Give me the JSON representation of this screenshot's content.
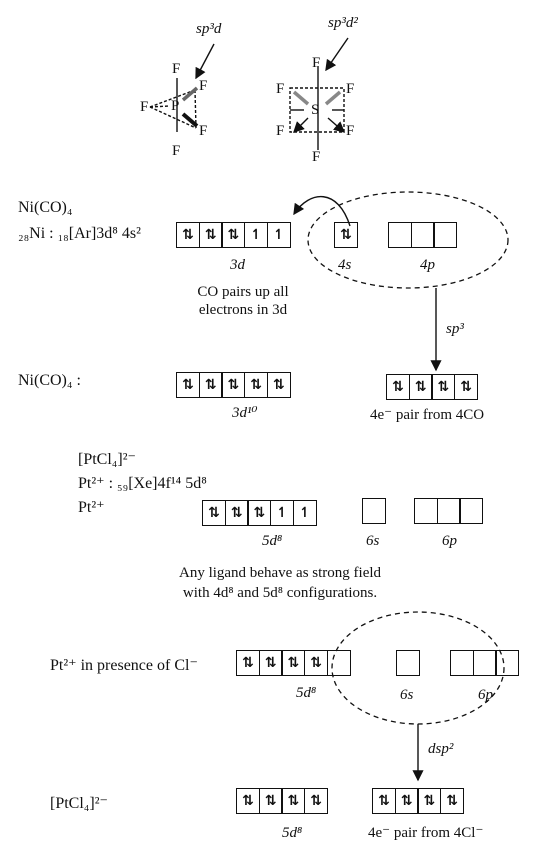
{
  "glyphs": {
    "pair": "⇅",
    "single": "↿"
  },
  "molecules": {
    "pf5": {
      "hybrid": "sp³d",
      "center": "P",
      "ligand": "F"
    },
    "sf6": {
      "hybrid": "sp³d²",
      "center": "S",
      "ligand": "F"
    }
  },
  "nico_ground": {
    "title": "Ni(CO)₄",
    "config": "₂₈Ni : ₁₈[Ar]3d⁸ 4s²",
    "d_orbitals": [
      "pair",
      "pair",
      "pair",
      "single",
      "single"
    ],
    "s_orbitals": [
      "pair"
    ],
    "p_orbitals": [
      "empty",
      "empty",
      "empty"
    ],
    "label_3d": "3d",
    "label_4s": "4s",
    "label_4p": "4p",
    "note_line1": "CO pairs up all",
    "note_line2": "electrons in 3d",
    "hybrid": "sp³"
  },
  "nico_complex": {
    "title": "Ni(CO)₄ :",
    "d_orbitals": [
      "pair",
      "pair",
      "pair",
      "pair",
      "pair"
    ],
    "sp3_orbitals": [
      "pair",
      "pair",
      "pair",
      "pair"
    ],
    "label_d": "3d¹⁰",
    "label_sp3": "4e⁻ pair from 4CO"
  },
  "ptcl4_ground": {
    "title": "[PtCl₄]²⁻",
    "config": "Pt²⁺ : ₅₉[Xe]4f¹⁴ 5d⁸",
    "ion": "Pt²⁺",
    "d_orbitals": [
      "pair",
      "pair",
      "pair",
      "single",
      "single"
    ],
    "s_orbitals": [
      "empty"
    ],
    "p_orbitals": [
      "empty",
      "empty",
      "empty"
    ],
    "label_5d": "5d⁸",
    "label_6s": "6s",
    "label_6p": "6p",
    "note_line1": "Any ligand behave as strong field",
    "note_line2": "with 4d⁸ and 5d⁸ configurations."
  },
  "pt_cl": {
    "title": "Pt²⁺ in presence of Cl⁻",
    "d_orbitals": [
      "pair",
      "pair",
      "pair",
      "pair",
      "empty"
    ],
    "s_orbitals": [
      "empty"
    ],
    "p_orbitals": [
      "empty",
      "empty",
      "empty"
    ],
    "label_5d": "5d⁸",
    "label_6s": "6s",
    "label_6p": "6p",
    "hybrid": "dsp²"
  },
  "ptcl4_complex": {
    "title": "[PtCl₄]²⁻",
    "d_orbitals": [
      "pair",
      "pair",
      "pair",
      "pair"
    ],
    "dsp2_orbitals": [
      "pair",
      "pair",
      "pair",
      "pair"
    ],
    "label_d": "5d⁸",
    "label_dsp2": "4e⁻ pair from 4Cl⁻"
  }
}
